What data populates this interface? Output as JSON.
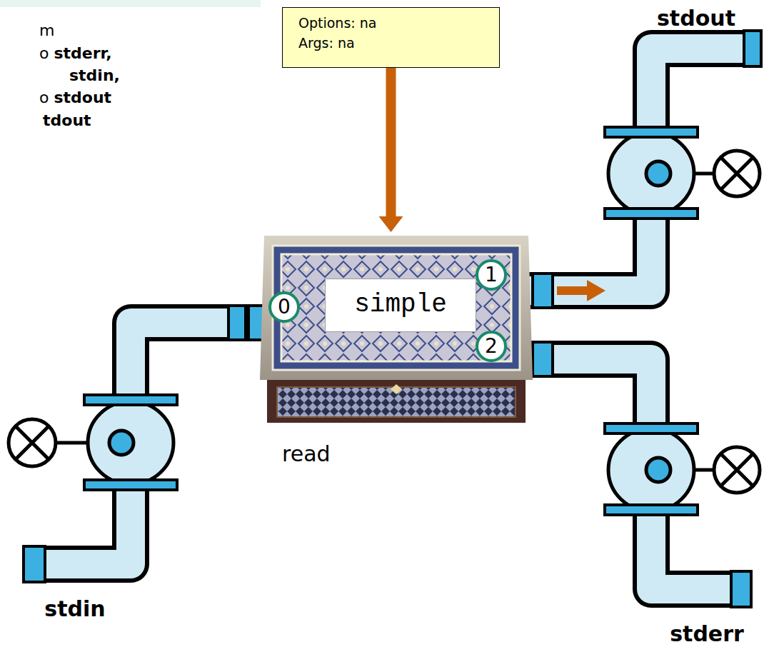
{
  "diagram": {
    "nodes": [
      {
        "text": [
          "Options: na",
          "Args: na"
        ]
      },
      {
        "text": [
          "simple"
        ]
      }
    ],
    "edges": [
      {
        "from": 0,
        "to": 1,
        "arrow": "to"
      }
    ],
    "labels": [
      "m",
      "o stderr,",
      "stdin,",
      "o stdout",
      "tdout",
      "0",
      "1",
      "2",
      "read",
      "stdout",
      "stderr",
      "stdin"
    ]
  }
}
